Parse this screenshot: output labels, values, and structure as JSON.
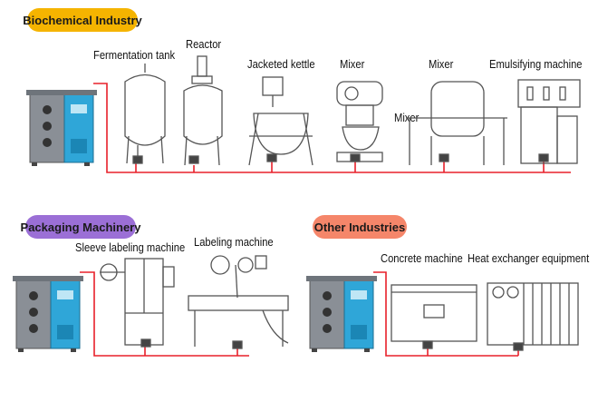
{
  "sections": {
    "biochemical": {
      "title": "Biochemical Industry",
      "color": "#F5B400",
      "machines": {
        "fermentation_tank": "Fermentation tank",
        "reactor": "Reactor",
        "jacketed_kettle": "Jacketed kettle",
        "mixer_1": "Mixer",
        "mixer_2": "Mixer",
        "mixer_overlay": "Mixer",
        "emulsifying_machine": "Emulsifying machine"
      }
    },
    "packaging": {
      "title": "Packaging Machinery",
      "color": "#9B6FD6",
      "machines": {
        "sleeve_labeling": "Sleeve labeling machine",
        "labeling_machine": "Labeling machine"
      }
    },
    "other": {
      "title": "Other Industries",
      "color": "#F5866A",
      "machines": {
        "concrete_machine": "Concrete machine",
        "heat_exchanger": "Heat exchanger equipment"
      }
    }
  },
  "colors": {
    "pipe": "#E8202A",
    "generator_body": "#8A8F96",
    "generator_panel": "#2FA6D8",
    "line_art": "#555555"
  }
}
